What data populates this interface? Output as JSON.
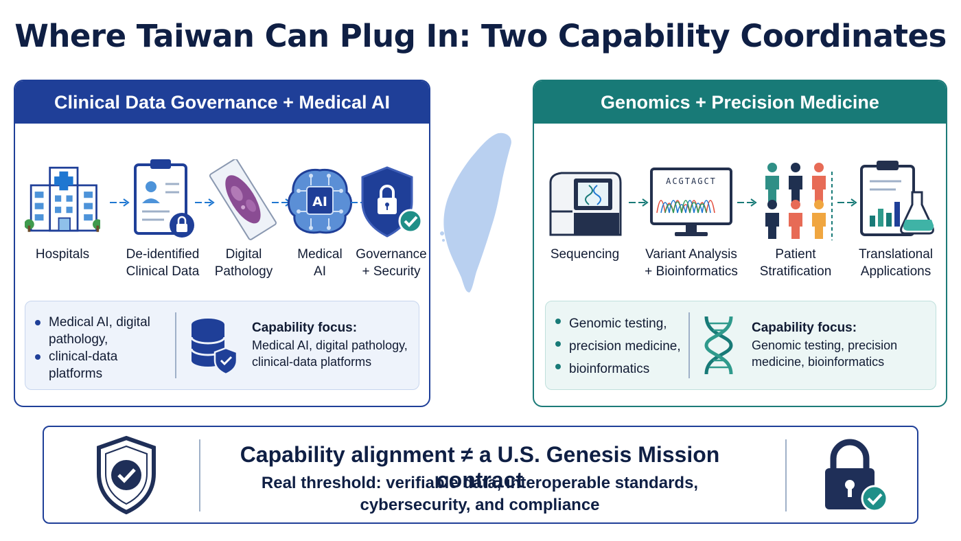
{
  "title": "Where Taiwan Can Plug In: Two Capability Coordinates",
  "left_panel": {
    "header": "Clinical Data Governance + Medical AI",
    "steps": [
      {
        "icon": "hospital-icon",
        "label": "Hospitals"
      },
      {
        "icon": "clipboard-lock-icon",
        "label": "De-identified\nClinical Data"
      },
      {
        "icon": "pathology-slide-icon",
        "label": "Digital\nPathology"
      },
      {
        "icon": "ai-brain-icon",
        "label": "Medical\nAI"
      },
      {
        "icon": "shield-lock-icon",
        "label": "Governance\n+ Security"
      }
    ],
    "bullets": [
      "Medical AI, digital pathology,",
      "clinical-data platforms"
    ],
    "focus_heading": "Capability focus:",
    "focus_text": "Medical AI, digital pathology,\nclinical-data platforms",
    "ai_chip_text": "AI"
  },
  "right_panel": {
    "header": "Genomics + Precision Medicine",
    "steps": [
      {
        "icon": "sequencer-icon",
        "label": "Sequencing"
      },
      {
        "icon": "monitor-chromatogram-icon",
        "label": "Variant Analysis\n+ Bioinformatics"
      },
      {
        "icon": "people-group-icon",
        "label": "Patient\nStratification"
      },
      {
        "icon": "clipboard-flask-icon",
        "label": "Translational\nApplications"
      }
    ],
    "bullets": [
      "Genomic testing,",
      "precision medicine,",
      "bioinformatics"
    ],
    "focus_heading": "Capability focus:",
    "focus_text": "Genomic testing, precision\nmedicine, bioinformatics",
    "sequence_text": "ACGTAGCT"
  },
  "bottom": {
    "line1": "Capability alignment ≠ a U.S. Genesis Mission contract",
    "line2": "Real threshold: verifiable data, interoperable standards,\ncybersecurity, and compliance"
  },
  "colors": {
    "navy": "#1f3f98",
    "teal": "#187a77",
    "dark_text": "#0f1f44",
    "taiwan_fill": "#b9d0f0"
  }
}
